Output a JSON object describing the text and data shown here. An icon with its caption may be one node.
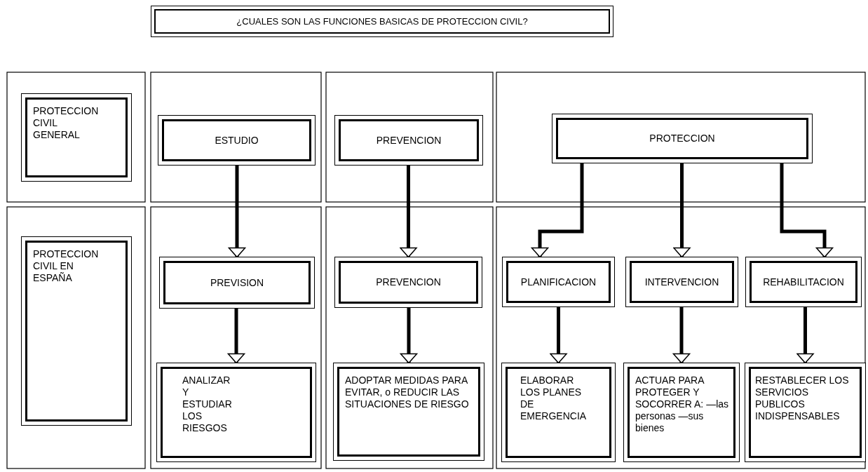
{
  "diagram": {
    "title": "¿CUALES SON LAS FUNCIONES BASICAS DE PROTECCION CIVIL?",
    "nodes": [
      {
        "text": [
          "PROTECCION CIVIL GENERAL"
        ]
      },
      {
        "text": [
          "ESTUDIO"
        ]
      },
      {
        "text": [
          "PREVENCION"
        ]
      },
      {
        "text": [
          "PROTECCION"
        ]
      },
      {
        "text": [
          "PROTECCION CIVIL EN ESPAÑA"
        ]
      },
      {
        "text": [
          "PREVISION"
        ]
      },
      {
        "text": [
          "PREVENCION"
        ]
      },
      {
        "text": [
          "PLANIFICACION"
        ]
      },
      {
        "text": [
          "INTERVENCION"
        ]
      },
      {
        "text": [
          "REHABILITACION"
        ]
      },
      {
        "text": [
          "ANALIZAR Y ESTUDIAR LOS RIESGOS"
        ]
      },
      {
        "text": [
          "ADOPTAR MEDIDAS PARA EVITAR, o REDUCIR LAS SITUACIONES DE RIESGO"
        ]
      },
      {
        "text": [
          "ELABORAR LOS PLANES DE EMERGENCIA"
        ]
      },
      {
        "text": [
          "ACTUAR PARA PROTEGER Y SOCORRER A: —las personas —sus bienes"
        ]
      },
      {
        "text": [
          "RESTABLECER LOS SERVICIOS PUBLICOS INDISPENSABLES"
        ]
      }
    ],
    "edges": [
      {
        "from": 1,
        "to": 5,
        "arrow": "to"
      },
      {
        "from": 5,
        "to": 10,
        "arrow": "to"
      },
      {
        "from": 2,
        "to": 6,
        "arrow": "to"
      },
      {
        "from": 6,
        "to": 11,
        "arrow": "to"
      },
      {
        "from": 3,
        "to": 7,
        "arrow": "to"
      },
      {
        "from": 3,
        "to": 8,
        "arrow": "to"
      },
      {
        "from": 3,
        "to": 9,
        "arrow": "to"
      },
      {
        "from": 7,
        "to": 12,
        "arrow": "to"
      },
      {
        "from": 8,
        "to": 13,
        "arrow": "to"
      },
      {
        "from": 9,
        "to": 14,
        "arrow": "to"
      }
    ]
  }
}
